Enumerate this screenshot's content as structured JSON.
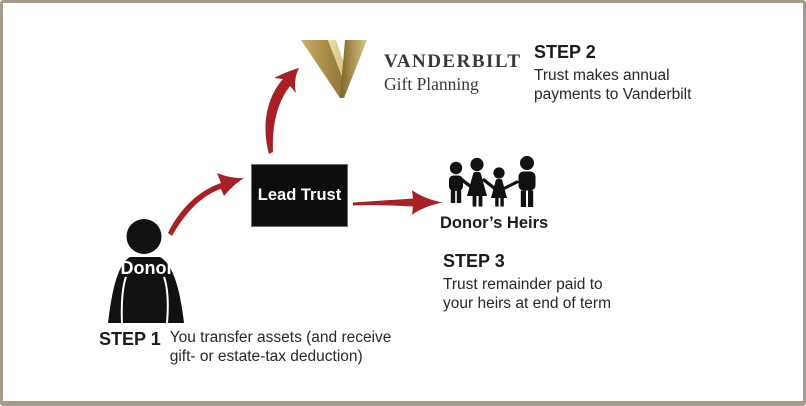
{
  "frame": {
    "background": "#ffffff",
    "border_color": "#a59c8e"
  },
  "logo": {
    "name": "VANDERBILT",
    "division": "Gift Planning",
    "gold_dark": "#8e7030",
    "gold_mid": "#c3a55c",
    "gold_light": "#ecdfae"
  },
  "nodes": {
    "donor": {
      "label": "Donor"
    },
    "lead_trust": {
      "label": "Lead Trust"
    },
    "heirs": {
      "label": "Donor’s Heirs"
    }
  },
  "steps": [
    {
      "title": "STEP 1",
      "lines": [
        "You transfer assets (and receive",
        "gift- or estate-tax deduction)"
      ]
    },
    {
      "title": "STEP 2",
      "lines": [
        "Trust makes annual",
        "payments to Vanderbilt"
      ]
    },
    {
      "title": "STEP 3",
      "lines": [
        "Trust remainder paid to",
        "your heirs at end of term"
      ]
    }
  ],
  "colors": {
    "arrow_red": "#a72025",
    "silhouette_black": "#111111",
    "text": "#1d1b1a",
    "wordmark_gray": "#3b3833"
  }
}
